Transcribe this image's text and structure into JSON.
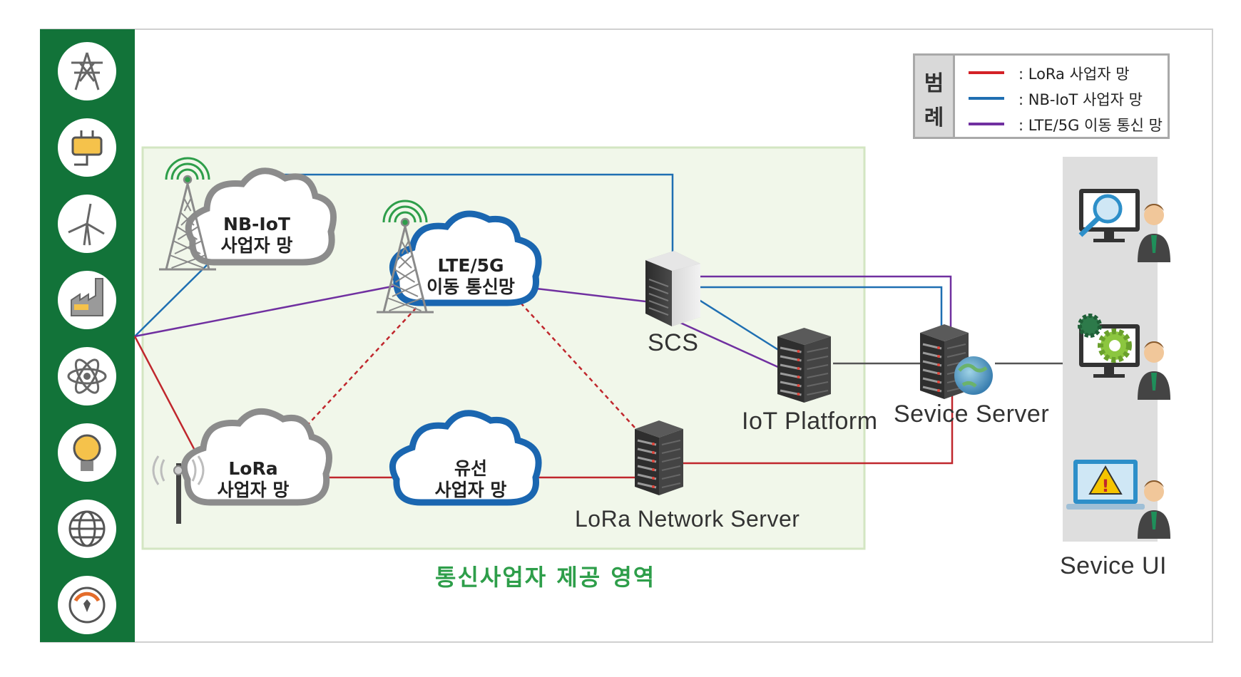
{
  "diagram": {
    "nodes": {
      "nb_iot": "NB-IoT\n사업자 망",
      "lte_5g": "LTE/5G\n이동 통신망",
      "lora": "LoRa\n사업자 망",
      "wired": "유선\n사업자 망",
      "scs": "SCS",
      "iot_platform": "IoT Platform",
      "service_server": "Sevice Server",
      "lora_network_server": "LoRa Network Server",
      "service_ui": "Sevice UI"
    },
    "zone_label": "통신사업자 제공 영역",
    "legend": {
      "title_top": "범",
      "title_bottom": "례",
      "items": [
        {
          "label": ": LoRa 사업자 망",
          "color": "#d42127"
        },
        {
          "label": ": NB-IoT 사업자 망",
          "color": "#1f6fb2"
        },
        {
          "label": ": LTE/5G 이동 통신 망",
          "color": "#7030a0"
        }
      ]
    },
    "sidebar_icons": [
      "power-tower-icon",
      "power-plug-icon",
      "wind-turbine-icon",
      "factory-icon",
      "atom-icon",
      "light-bulb-icon",
      "globe-icon",
      "gauge-icon"
    ],
    "colors": {
      "sidebar": "#127339",
      "zone_fill": "#f0f6e8",
      "zone_border": "#d4e6c3",
      "zone_label": "#2e9e4a",
      "lora": "#c0272d",
      "nb_iot": "#1f6fb2",
      "lte": "#7030a0",
      "cloud_blue": "#1a66b0",
      "cloud_gray": "#8c8c8c",
      "ui_panel": "#dedede"
    }
  }
}
